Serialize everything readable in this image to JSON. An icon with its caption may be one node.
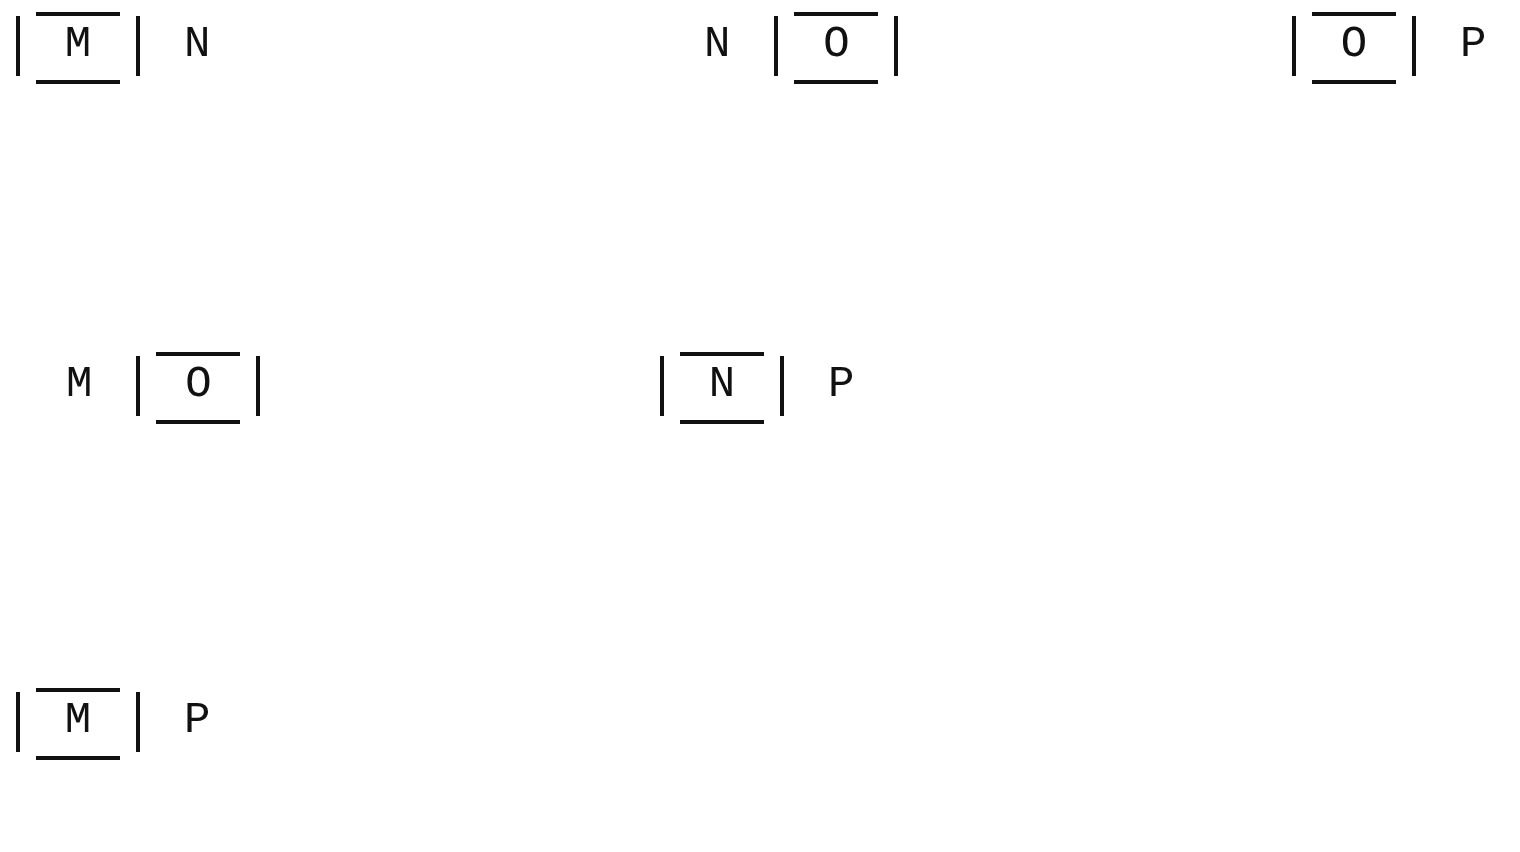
{
  "diagram": {
    "nodes": [
      {
        "text": [
          "M"
        ],
        "beside": [
          "N"
        ]
      },
      {
        "text": [
          "O"
        ],
        "beside": [
          "N"
        ]
      },
      {
        "text": [
          "O"
        ],
        "beside": [
          "P"
        ]
      },
      {
        "text": [
          "O"
        ],
        "beside": [
          "M"
        ]
      },
      {
        "text": [
          "N"
        ],
        "beside": [
          "P"
        ]
      },
      {
        "text": [
          "M"
        ],
        "beside": [
          "P"
        ]
      }
    ]
  }
}
